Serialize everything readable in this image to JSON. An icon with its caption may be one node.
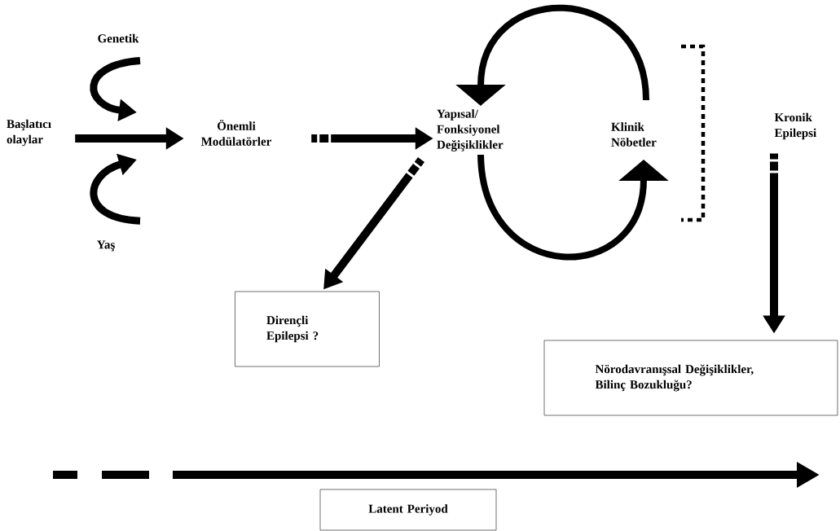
{
  "diagram": {
    "nodes": [
      {
        "text": [
          "Başlatıcı olaylar"
        ]
      },
      {
        "text": [
          "Genetik"
        ]
      },
      {
        "text": [
          "Yaş"
        ]
      },
      {
        "text": [
          "Önemli Modülatörler"
        ]
      },
      {
        "text": [
          "Yapısal/ Fonksiyonel Değişiklikler"
        ]
      },
      {
        "text": [
          "Klinik Nöbetler"
        ]
      },
      {
        "text": [
          "Kronik Epilepsi"
        ]
      },
      {
        "text": [
          "Dirençli Epilepsi ?"
        ]
      },
      {
        "text": [
          "Nörodavranışsal Değişiklikler, Bilinç Bozukluğu?"
        ]
      },
      {
        "text": [
          "Latent Periyod"
        ]
      }
    ],
    "edges": [
      {
        "from": 0,
        "to": 3,
        "arrow": "to"
      },
      {
        "from": 1,
        "to": null,
        "arrow": "to"
      },
      {
        "from": 2,
        "to": null,
        "arrow": "to"
      },
      {
        "from": 3,
        "to": 4,
        "arrow": "to",
        "style": "dashed"
      },
      {
        "from": 5,
        "to": 4,
        "arrow": "to"
      },
      {
        "from": 4,
        "to": 5,
        "arrow": "to"
      },
      {
        "from": 4,
        "to": 7,
        "arrow": "to",
        "style": "dashed"
      },
      {
        "from": 6,
        "to": 8,
        "arrow": "to",
        "style": "dashed"
      }
    ]
  }
}
